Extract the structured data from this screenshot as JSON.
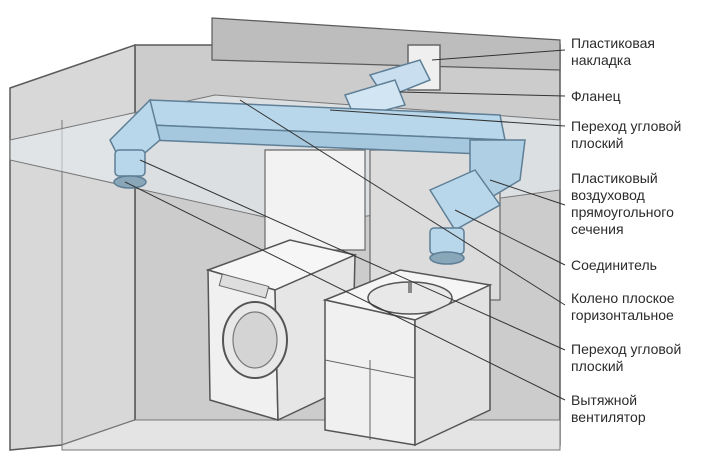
{
  "labels": [
    {
      "lines": [
        "Пластиковая",
        "накладка"
      ]
    },
    {
      "lines": [
        "Фланец"
      ]
    },
    {
      "lines": [
        "Переход угловой",
        "плоский"
      ]
    },
    {
      "lines": [
        "Пластиковый",
        "воздуховод",
        "прямоугольного",
        "сечения"
      ]
    },
    {
      "lines": [
        "Соединитель"
      ]
    },
    {
      "lines": [
        "Колено плоское",
        "горизонтальное"
      ]
    },
    {
      "lines": [
        "Переход угловой",
        "плоский"
      ]
    },
    {
      "lines": [
        "Вытяжной",
        "вентилятор"
      ]
    }
  ],
  "colors": {
    "duct_fill": "#b9d7ea",
    "duct_stroke": "#5f7f96",
    "wall_back": "#c9c9c9",
    "wall_side": "#d9d9d9",
    "floor": "#e6e6e6",
    "appliance": "#f4f4f4",
    "leader": "#333333"
  }
}
